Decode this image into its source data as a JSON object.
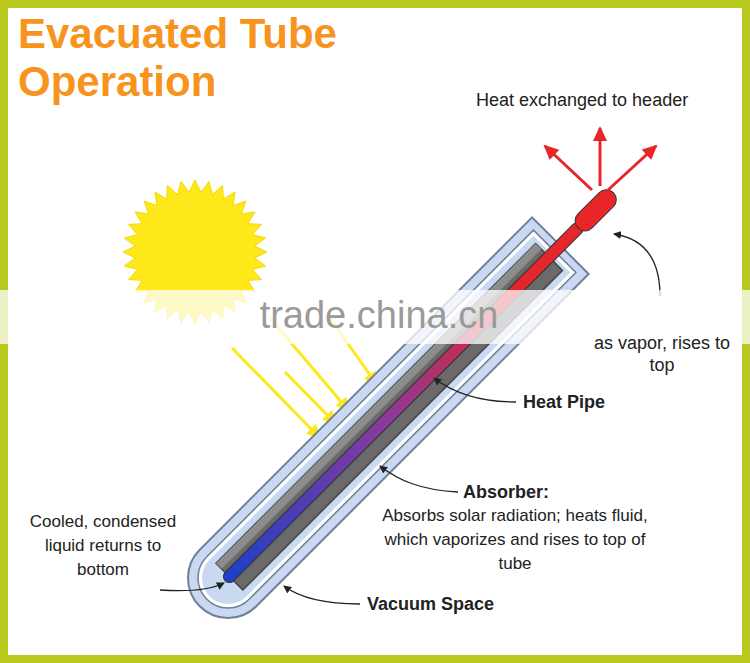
{
  "diagram": {
    "title": "Evacuated Tube Operation",
    "labels": [
      "Heat exchanged to header",
      "as vapor, rises to top",
      "Heat Pipe",
      "Absorber:",
      "Absorbs solar radiation; heats fluid, which vaporizes and rises to top of tube",
      "Cooled, condensed liquid returns to bottom",
      "Vacuum Space",
      "trade.china.cn"
    ]
  }
}
